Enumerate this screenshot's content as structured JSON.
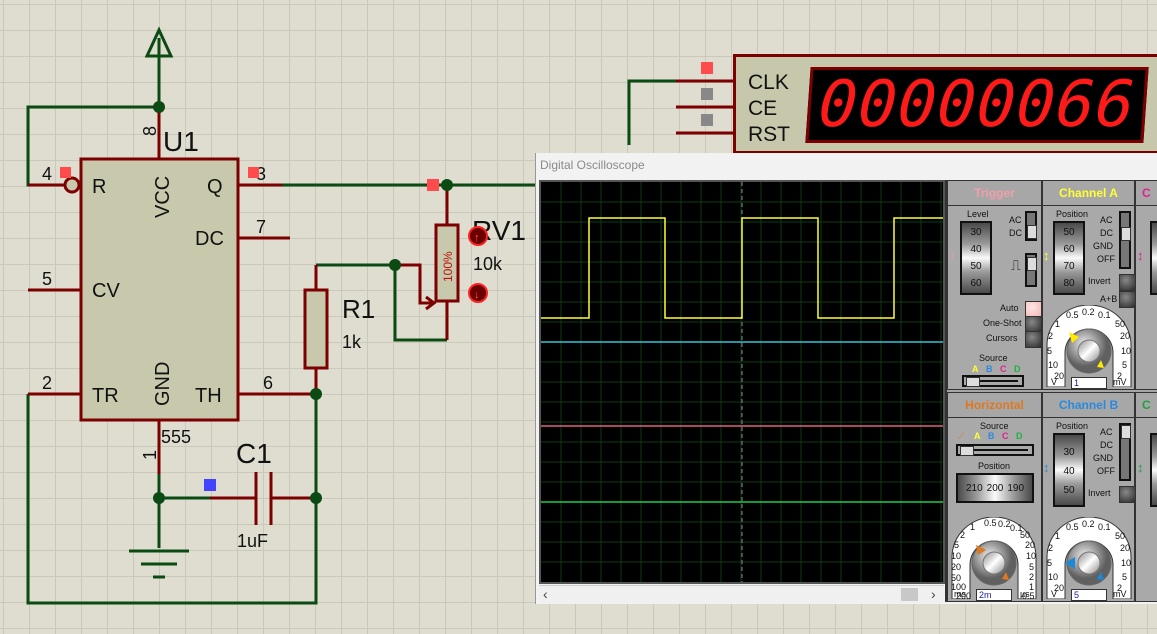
{
  "schematic": {
    "u1": {
      "ref": "U1",
      "part": "555",
      "pins": {
        "r": "R",
        "vcc": "VCC",
        "q": "Q",
        "dc": "DC",
        "cv": "CV",
        "tr": "TR",
        "gnd": "GND",
        "th": "TH"
      },
      "pin_numbers": {
        "p4": "4",
        "p8": "8",
        "p3": "3",
        "p7": "7",
        "p5": "5",
        "p2": "2",
        "p6": "6",
        "p1": "1"
      }
    },
    "r1": {
      "ref": "R1",
      "value": "1k"
    },
    "rv1": {
      "ref": "RV1",
      "value": "10k",
      "wiper": "100%"
    },
    "c1": {
      "ref": "C1",
      "value": "1uF"
    }
  },
  "counter": {
    "inputs": [
      "CLK",
      "CE",
      "RST"
    ],
    "display": "00000066"
  },
  "oscilloscope": {
    "title": "Digital Oscilloscope",
    "trace_colors": {
      "a": "#ffff33",
      "b": "#33c4d8",
      "c": "#e06080",
      "d": "#22cc44"
    },
    "trigger": {
      "header": "Trigger",
      "level_label": "Level",
      "level_ticks": [
        "30",
        "40",
        "50",
        "60"
      ],
      "coupling": [
        "AC",
        "DC"
      ],
      "buttons": [
        "Auto",
        "One-Shot",
        "Cursors"
      ],
      "auto_on": true,
      "source_label": "Source",
      "source_options": [
        "A",
        "B",
        "C",
        "D"
      ]
    },
    "channel_a": {
      "header": "Channel A",
      "position_label": "Position",
      "position_ticks": [
        "50",
        "60",
        "70",
        "80"
      ],
      "coupling": [
        "AC",
        "DC",
        "GND",
        "OFF"
      ],
      "buttons": [
        "Invert",
        "A+B"
      ],
      "scale_left": [
        "1",
        "2",
        "5",
        "10",
        "20"
      ],
      "scale_top": [
        "0.5",
        "0.2",
        "0.1"
      ],
      "scale_right": [
        "50",
        "20",
        "10",
        "5",
        "2"
      ],
      "unit_left": "V",
      "unit_right": "mV",
      "value": "1"
    },
    "channel_c": {
      "header": "C"
    },
    "horizontal": {
      "header": "Horizontal",
      "source_label": "Source",
      "source_options": [
        "A",
        "B",
        "C",
        "D"
      ],
      "position_label": "Position",
      "position_ticks": [
        "210",
        "200",
        "190"
      ],
      "scale_left": [
        "2",
        "5",
        "10",
        "20",
        "50",
        "100",
        "200"
      ],
      "scale_top": [
        "1",
        "0.5",
        "0.2",
        "0.1"
      ],
      "scale_right": [
        "50",
        "20",
        "10",
        "5",
        "2",
        "1",
        "0.5"
      ],
      "unit_left": "ms",
      "unit_right": "µs",
      "value": "2m"
    },
    "channel_b": {
      "header": "Channel B",
      "position_label": "Position",
      "position_ticks": [
        "30",
        "40",
        "50"
      ],
      "coupling": [
        "AC",
        "DC",
        "GND",
        "OFF"
      ],
      "buttons": [
        "Invert"
      ],
      "scale_left": [
        "1",
        "2",
        "5",
        "10",
        "20"
      ],
      "scale_top": [
        "0.5",
        "0.2",
        "0.1"
      ],
      "scale_right": [
        "50",
        "20",
        "10",
        "5",
        "2"
      ],
      "unit_left": "V",
      "unit_right": "mV",
      "value": "5"
    },
    "channel_d": {
      "header": "C"
    }
  }
}
